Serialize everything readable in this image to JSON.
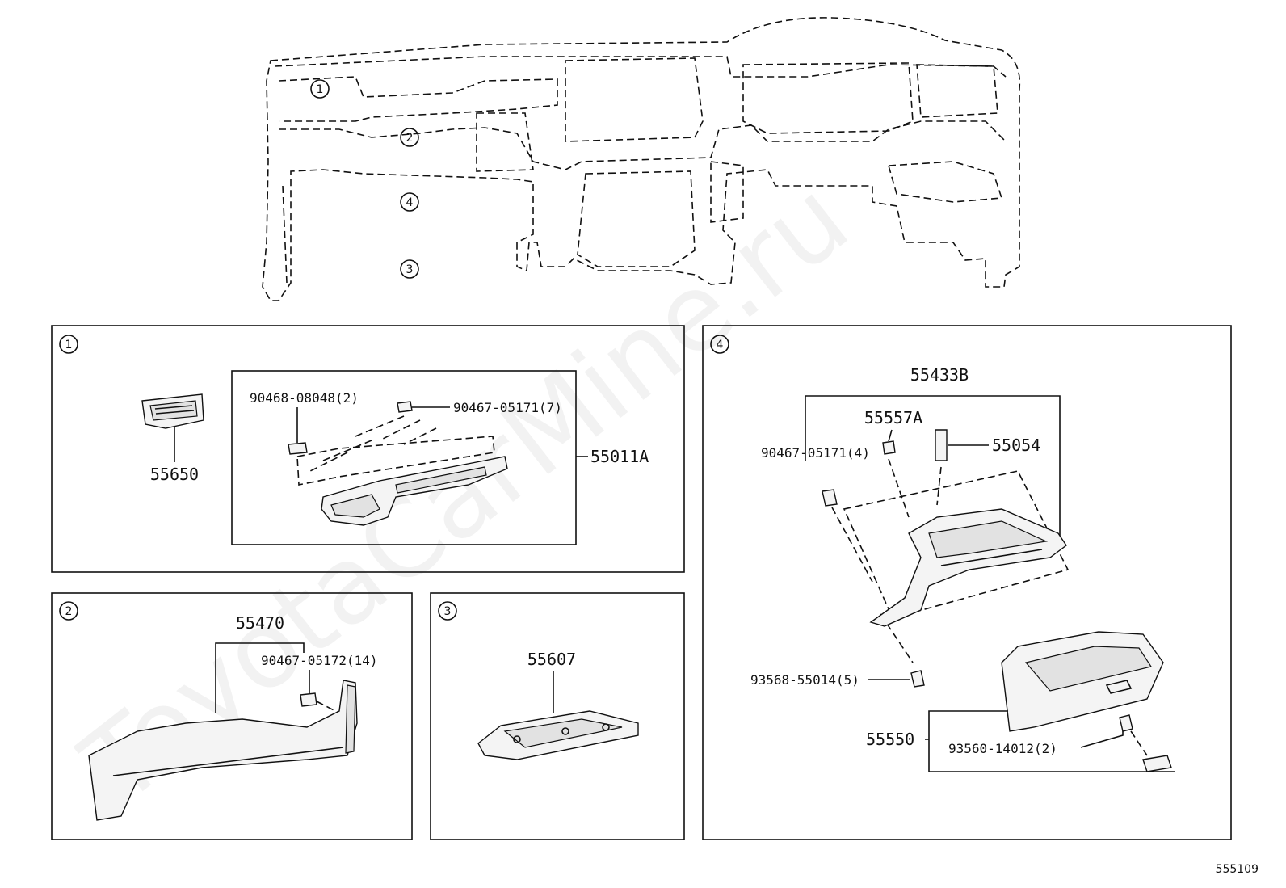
{
  "watermark": "ToyotaCarMine.ru",
  "diagram_id": "555109",
  "overview": {
    "markers": [
      "1",
      "2",
      "4",
      "3"
    ]
  },
  "panel1": {
    "number": "1",
    "parts": {
      "p55650": "55650",
      "p55011A": "55011A",
      "p90468": "90468-08048(2)",
      "p90467": "90467-05171(7)"
    }
  },
  "panel2": {
    "number": "2",
    "parts": {
      "p55470": "55470",
      "p90467": "90467-05172(14)"
    }
  },
  "panel3": {
    "number": "3",
    "parts": {
      "p55607": "55607"
    }
  },
  "panel4": {
    "number": "4",
    "parts": {
      "p55433B": "55433B",
      "p55557A": "55557A",
      "p55054": "55054",
      "p90467": "90467-05171(4)",
      "p93568": "93568-55014(5)",
      "p55550": "55550",
      "p93560": "93560-14012(2)"
    }
  }
}
